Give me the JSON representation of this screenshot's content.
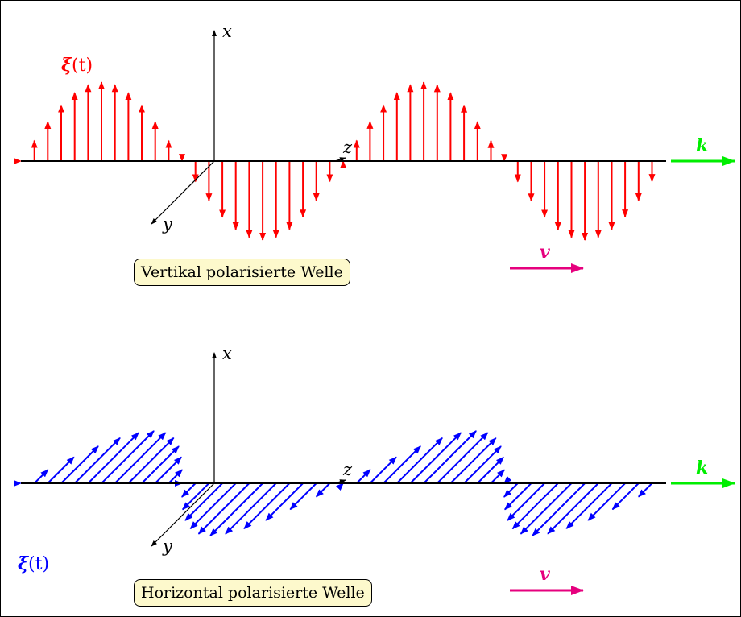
{
  "panels": [
    {
      "id": "vertical",
      "caption": "Vertikal polarisierte Welle",
      "field_symbol": "ξ",
      "field_arg": "(t)",
      "field_color": "#ff0000",
      "polarization": "vertical"
    },
    {
      "id": "horizontal",
      "caption": "Horizontal polarisierte Welle",
      "field_symbol": "ξ",
      "field_arg": "(t)",
      "field_color": "#0000ff",
      "polarization": "horizontal"
    }
  ],
  "axes": {
    "x": "x",
    "y": "y",
    "z": "z"
  },
  "wave_vector": {
    "label": "k",
    "color": "#00ee00"
  },
  "velocity": {
    "label": "v",
    "color": "#e6007e"
  }
}
